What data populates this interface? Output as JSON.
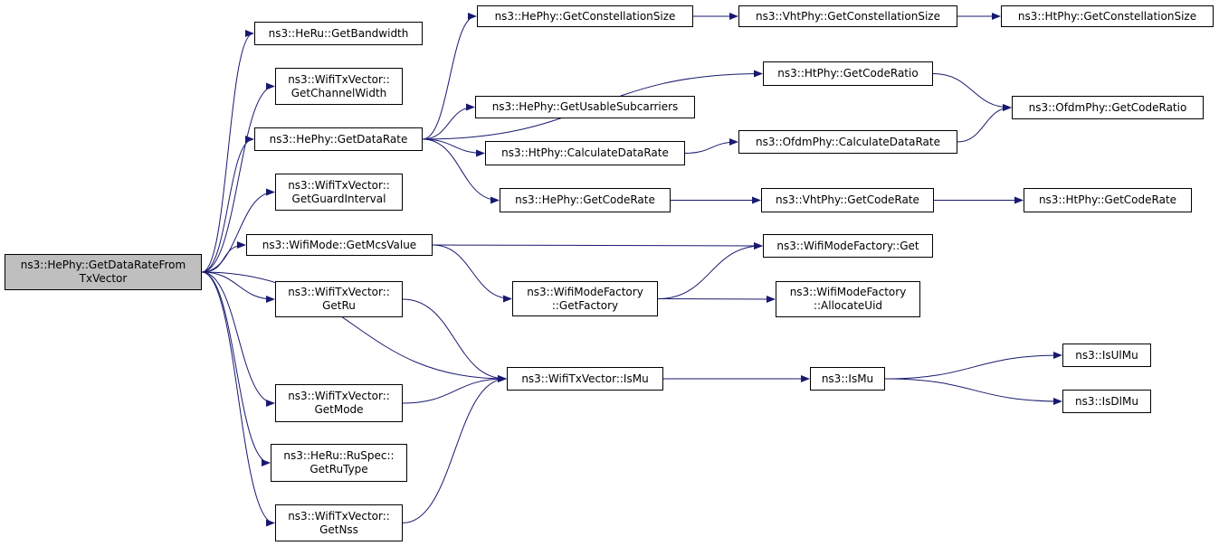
{
  "colors": {
    "edge": "#191970",
    "root_fill": "#bfbfbf",
    "node_fill": "#ffffff",
    "border": "#000000"
  },
  "nodes": {
    "root": [
      "ns3::HePhy::GetDataRateFrom",
      "TxVector"
    ],
    "heru_getbandwidth": [
      "ns3::HeRu::GetBandwidth"
    ],
    "txv_getchannelwidth": [
      "ns3::WifiTxVector::",
      "GetChannelWidth"
    ],
    "hephy_getdatarate": [
      "ns3::HePhy::GetDataRate"
    ],
    "txv_getguardinterval": [
      "ns3::WifiTxVector::",
      "GetGuardInterval"
    ],
    "wifimode_getmcsvalue": [
      "ns3::WifiMode::GetMcsValue"
    ],
    "txv_getru": [
      "ns3::WifiTxVector::",
      "GetRu"
    ],
    "txv_getmode": [
      "ns3::WifiTxVector::",
      "GetMode"
    ],
    "heru_rutype": [
      "ns3::HeRu::RuSpec::",
      "GetRuType"
    ],
    "txv_getnss": [
      "ns3::WifiTxVector::",
      "GetNss"
    ],
    "hephy_getconstellationsize": [
      "ns3::HePhy::GetConstellationSize"
    ],
    "hephy_getusablesubcarriers": [
      "ns3::HePhy::GetUsableSubcarriers"
    ],
    "htphy_calculatedatarate": [
      "ns3::HtPhy::CalculateDataRate"
    ],
    "hephy_getcoderate": [
      "ns3::HePhy::GetCodeRate"
    ],
    "wmf_getfactory": [
      "ns3::WifiModeFactory",
      "::GetFactory"
    ],
    "txv_ismu": [
      "ns3::WifiTxVector::IsMu"
    ],
    "vhtphy_getconstellationsize": [
      "ns3::VhtPhy::GetConstellationSize"
    ],
    "htphy_getcoderatio": [
      "ns3::HtPhy::GetCodeRatio"
    ],
    "ofdmphy_calculatedatarate": [
      "ns3::OfdmPhy::CalculateDataRate"
    ],
    "vhtphy_getcoderate": [
      "ns3::VhtPhy::GetCodeRate"
    ],
    "wmf_get": [
      "ns3::WifiModeFactory::Get"
    ],
    "wmf_allocateuid": [
      "ns3::WifiModeFactory",
      "::AllocateUid"
    ],
    "ns3_ismu": [
      "ns3::IsMu"
    ],
    "htphy_getconstellationsize": [
      "ns3::HtPhy::GetConstellationSize"
    ],
    "ofdmphy_getcoderatio": [
      "ns3::OfdmPhy::GetCodeRatio"
    ],
    "htphy_getcoderate": [
      "ns3::HtPhy::GetCodeRate"
    ],
    "ns3_isulmu": [
      "ns3::IsUlMu"
    ],
    "ns3_isdlmu": [
      "ns3::IsDlMu"
    ]
  },
  "edges": [
    [
      "root",
      "heru_getbandwidth"
    ],
    [
      "root",
      "txv_getchannelwidth"
    ],
    [
      "root",
      "hephy_getdatarate"
    ],
    [
      "root",
      "txv_getguardinterval"
    ],
    [
      "root",
      "wifimode_getmcsvalue"
    ],
    [
      "root",
      "txv_getru"
    ],
    [
      "root",
      "txv_ismu"
    ],
    [
      "root",
      "txv_getmode"
    ],
    [
      "root",
      "heru_rutype"
    ],
    [
      "root",
      "txv_getnss"
    ],
    [
      "hephy_getdatarate",
      "hephy_getconstellationsize"
    ],
    [
      "hephy_getdatarate",
      "htphy_getcoderatio"
    ],
    [
      "hephy_getdatarate",
      "hephy_getusablesubcarriers"
    ],
    [
      "hephy_getdatarate",
      "htphy_calculatedatarate"
    ],
    [
      "hephy_getdatarate",
      "hephy_getcoderate"
    ],
    [
      "hephy_getconstellationsize",
      "vhtphy_getconstellationsize"
    ],
    [
      "vhtphy_getconstellationsize",
      "htphy_getconstellationsize"
    ],
    [
      "htphy_getcoderatio",
      "ofdmphy_getcoderatio"
    ],
    [
      "htphy_calculatedatarate",
      "ofdmphy_calculatedatarate"
    ],
    [
      "ofdmphy_calculatedatarate",
      "ofdmphy_getcoderatio"
    ],
    [
      "hephy_getcoderate",
      "vhtphy_getcoderate"
    ],
    [
      "vhtphy_getcoderate",
      "htphy_getcoderate"
    ],
    [
      "wifimode_getmcsvalue",
      "wmf_get"
    ],
    [
      "wifimode_getmcsvalue",
      "wmf_getfactory"
    ],
    [
      "wmf_getfactory",
      "wmf_get"
    ],
    [
      "wmf_getfactory",
      "wmf_allocateuid"
    ],
    [
      "txv_getru",
      "txv_ismu"
    ],
    [
      "txv_getmode",
      "txv_ismu"
    ],
    [
      "txv_getnss",
      "txv_ismu"
    ],
    [
      "txv_ismu",
      "ns3_ismu"
    ],
    [
      "ns3_ismu",
      "ns3_isulmu"
    ],
    [
      "ns3_ismu",
      "ns3_isdlmu"
    ]
  ]
}
